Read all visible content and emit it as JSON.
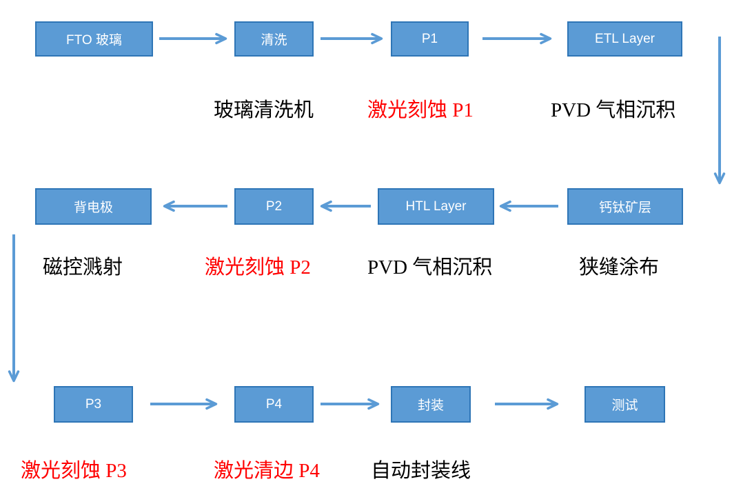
{
  "colors": {
    "box_fill": "#5b9bd5",
    "box_border": "#2e75b6",
    "arrow": "#5b9bd5",
    "caption_black": "#000000",
    "caption_red": "#ff0000"
  },
  "nodes": {
    "fto_glass": {
      "label": "FTO 玻璃"
    },
    "cleaning": {
      "label": "清洗"
    },
    "p1": {
      "label": "P1"
    },
    "etl_layer": {
      "label": "ETL Layer"
    },
    "back_electrode": {
      "label": "背电极"
    },
    "p2": {
      "label": "P2"
    },
    "htl_layer": {
      "label": "HTL Layer"
    },
    "perovskite_layer": {
      "label": "钙钛矿层"
    },
    "p3": {
      "label": "P3"
    },
    "p4": {
      "label": "P4"
    },
    "encapsulation": {
      "label": "封装"
    },
    "testing": {
      "label": "测试"
    }
  },
  "captions": {
    "glass_washer": {
      "text": "玻璃清洗机",
      "color": "black"
    },
    "laser_etch_p1": {
      "text": "激光刻蚀 P1",
      "color": "red"
    },
    "pvd_row1": {
      "text": "PVD 气相沉积",
      "color": "black"
    },
    "magnetron_sputtering": {
      "text": "磁控溅射",
      "color": "black"
    },
    "laser_etch_p2": {
      "text": "激光刻蚀 P2",
      "color": "red"
    },
    "pvd_row2": {
      "text": "PVD 气相沉积",
      "color": "black"
    },
    "slot_die_coating": {
      "text": "狭缝涂布",
      "color": "black"
    },
    "laser_etch_p3": {
      "text": "激光刻蚀 P3",
      "color": "red"
    },
    "laser_edge_clean_p4": {
      "text": "激光清边 P4",
      "color": "red"
    },
    "auto_encapsulation_line": {
      "text": "自动封装线",
      "color": "black"
    }
  },
  "process_order": [
    "FTO 玻璃",
    "清洗",
    "P1",
    "ETL Layer",
    "钙钛矿层",
    "HTL Layer",
    "P2",
    "背电极",
    "P3",
    "P4",
    "封装",
    "测试"
  ]
}
